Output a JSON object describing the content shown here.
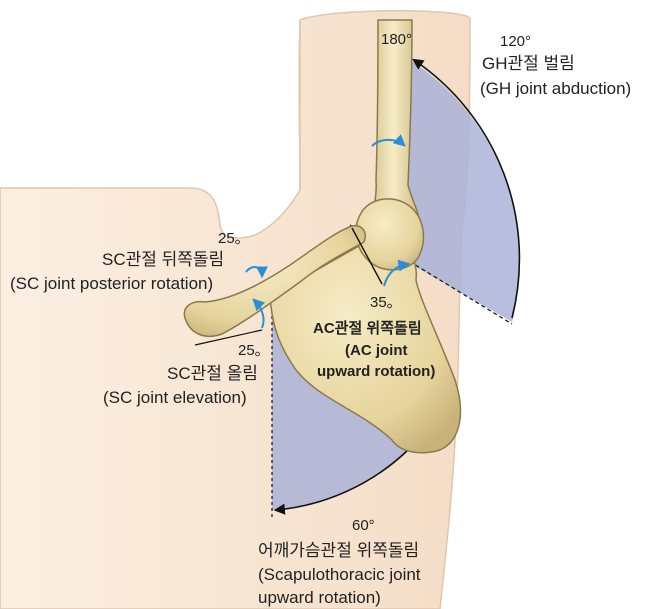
{
  "labels": {
    "humerus_angle": "180°",
    "gh_angle": "120°",
    "gh_kr": "GH관절 벌림",
    "gh_en": "(GH joint abduction)",
    "sc_post_angle": "25。",
    "sc_post_kr": "SC관절 뒤쪽돌림",
    "sc_post_en": "(SC joint posterior rotation)",
    "sc_elev_angle": "25。",
    "sc_elev_kr": "SC관절 올림",
    "sc_elev_en": "(SC joint elevation)",
    "ac_angle": "35。",
    "ac_kr": "AC관절 위쪽돌림",
    "ac_en_1": "(AC joint",
    "ac_en_2": "upward rotation)",
    "st_angle": "60°",
    "st_kr": "어깨가슴관절 위쪽돌림",
    "st_en_1": "(Scapulothoracic joint",
    "st_en_2": "upward rotation)"
  },
  "colors": {
    "skin": "#f8e8d8",
    "skin_outline": "#d9b9a0",
    "bone": "#eadcaa",
    "bone_outline": "#8a7a4a",
    "arc_fill": "#aab3d8",
    "rotation_arrow": "#2a8fd4"
  }
}
